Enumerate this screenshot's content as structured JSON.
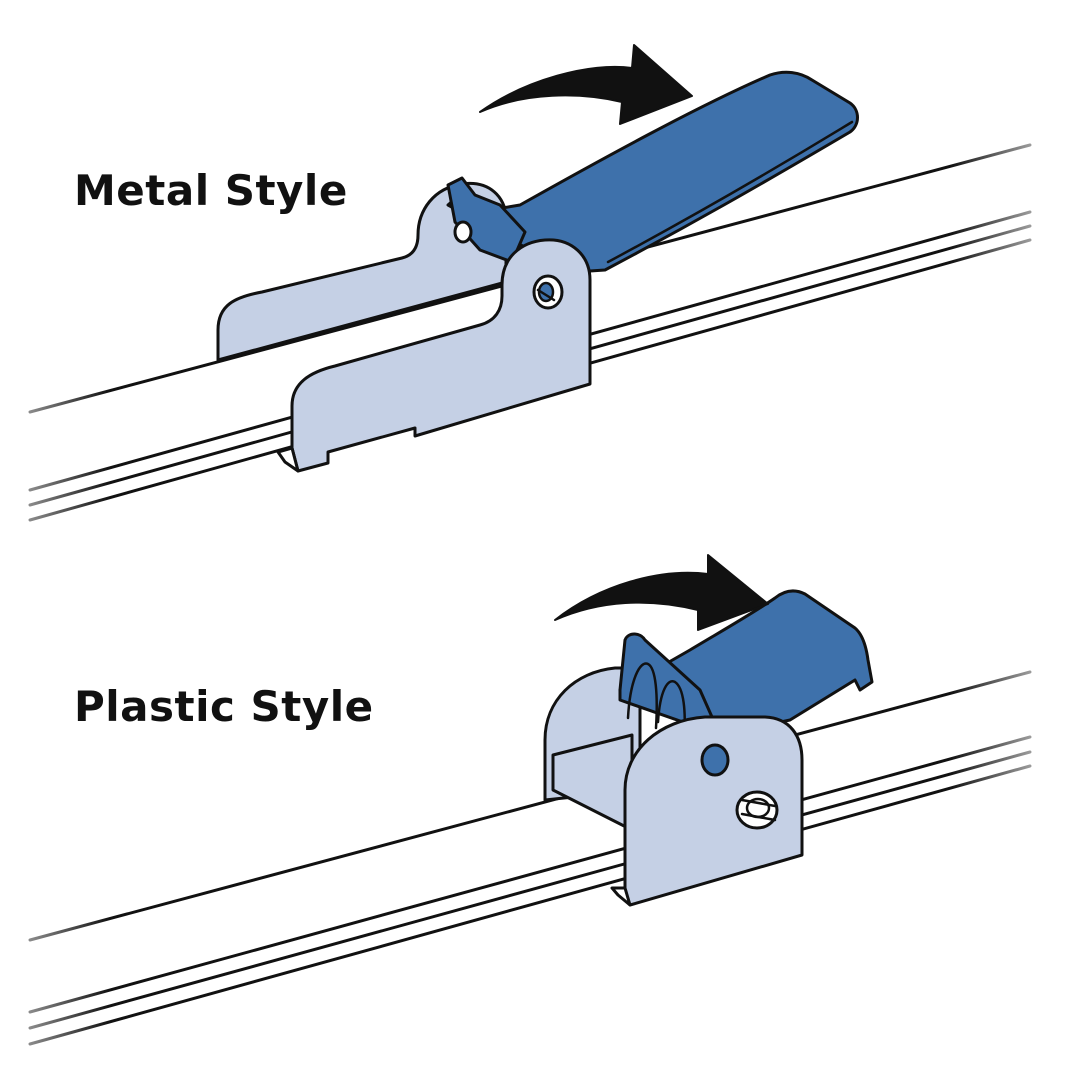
{
  "labels": {
    "metal": "Metal Style",
    "plastic": "Plastic Style"
  },
  "colors": {
    "lever_blue": "#3E71AB",
    "bracket_light": "#C5D0E5",
    "outline": "#111111",
    "background": "#FFFFFF"
  },
  "icons": {
    "rotation_arrow": "curved-arrow-right"
  }
}
